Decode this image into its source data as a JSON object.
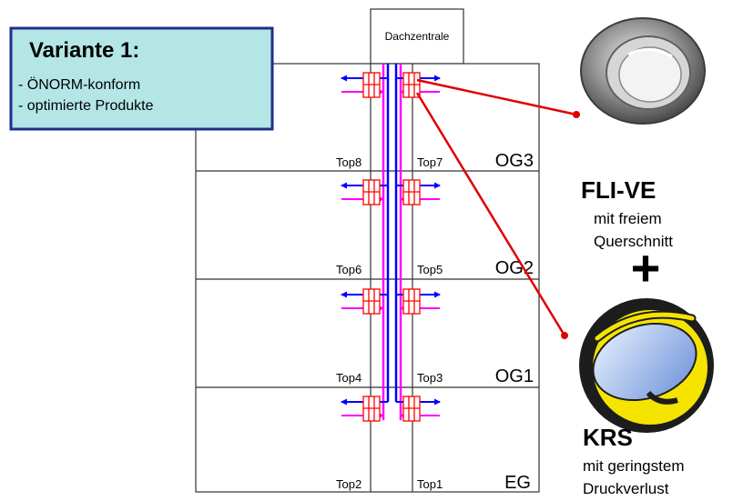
{
  "variant": {
    "title": "Variante 1:",
    "lines": [
      "- ÖNORM-konform",
      "- optimierte Produkte"
    ]
  },
  "building": {
    "roof_label": "Dachzentrale",
    "floors": [
      {
        "name": "OG3",
        "left": "Top8",
        "right": "Top7"
      },
      {
        "name": "OG2",
        "left": "Top6",
        "right": "Top5"
      },
      {
        "name": "OG1",
        "left": "Top4",
        "right": "Top3"
      },
      {
        "name": "EG",
        "left": "Top2",
        "right": "Top1"
      }
    ]
  },
  "products": [
    {
      "name": "FLI-VE",
      "desc": [
        "mit freiem",
        "Querschnitt"
      ],
      "icon": "fli-ve-damper-photo"
    },
    {
      "name": "KRS",
      "desc": [
        "mit geringstem",
        "Druckverlust"
      ],
      "icon": "krs-damper-render"
    }
  ],
  "plus_symbol": "+",
  "colors": {
    "variant_box_fill": "#b4e6e6",
    "variant_box_border": "#1f2d8c",
    "supply_duct": "#0000ff",
    "exhaust_duct": "#ff00ff",
    "damper": "#ff0000",
    "callout": "#e00000"
  }
}
